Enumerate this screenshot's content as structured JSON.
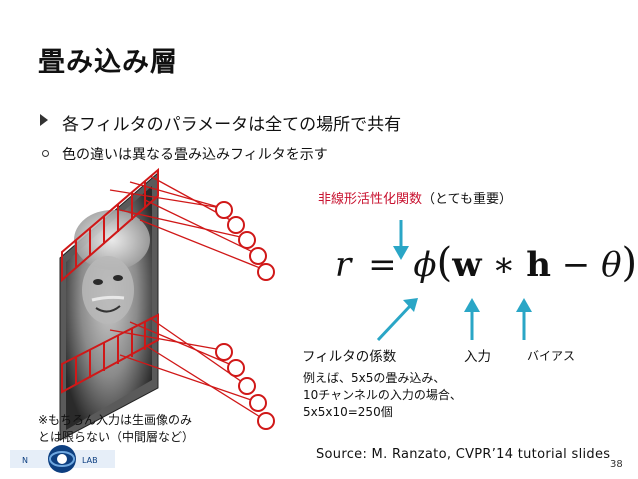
{
  "slide": {
    "title": "畳み込み層",
    "bullet_1": "各フィルタのパラメータは全ての場所で共有",
    "bullet_2": "色の違いは異なる畳み込みフィルタを示す",
    "page_number": "38"
  },
  "annotations": {
    "nonlinear_label": "非線形活性化関数",
    "nonlinear_note": "（とても重要）",
    "filter_coef_label": "フィルタの係数",
    "input_label": "入力",
    "bias_label": "バイアス",
    "example_lines": [
      "例えば、5x5の畳み込み、",
      "10チャンネルの入力の場合、",
      "5x5x10=250個"
    ],
    "note_lines": [
      "※もちろん入力は生画像のみ",
      "とは限らない（中間層など）"
    ]
  },
  "formula": {
    "lhs": "r",
    "eq": "=",
    "phi": "ϕ",
    "w": "w",
    "op": "∗",
    "h": "h",
    "minus": "−",
    "theta": "θ"
  },
  "source": "Source: M. Ranzato, CVPR’14 tutorial slides",
  "logo": {
    "left_text": "N",
    "right_text": "LAB"
  },
  "colors": {
    "arrow": "#2aa6c6",
    "filter": "#d01818",
    "nonlinear": "#c8102e"
  }
}
